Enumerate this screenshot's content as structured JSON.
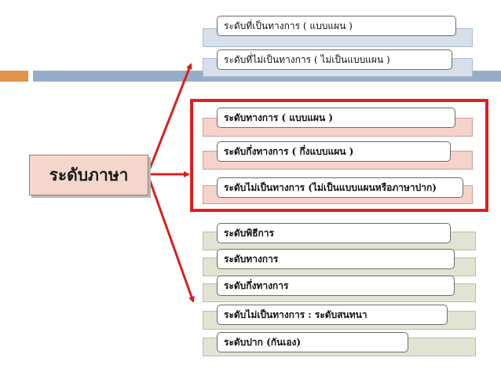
{
  "root_label": "ระดับภาษา",
  "groups": {
    "top": [
      "ระดับที่เป็นทางการ ( แบบแผน )",
      "ระดับที่ไม่เป็นทางการ ( ไม่เป็นแบบแผน )"
    ],
    "middle": [
      "ระดับทางการ ( แบบแผน )",
      "ระดับกึ่งทางการ ( กึ่งแบบแผน )",
      "ระดับไม่เป็นทางการ (ไม่เป็นแบบแผนหรือภาษาปาก)"
    ],
    "bottom": [
      "ระดับพิธีการ",
      "ระดับทางการ",
      "ระดับกึ่งทางการ",
      "ระดับไม่เป็นทางการ : ระดับสนทนา",
      "ระดับปาก (กันเอง)"
    ]
  },
  "colors": {
    "highlight": "#e01e1e",
    "arrow": "#d62020",
    "band_accent": "#e1944a",
    "band_main": "#95adc9"
  }
}
